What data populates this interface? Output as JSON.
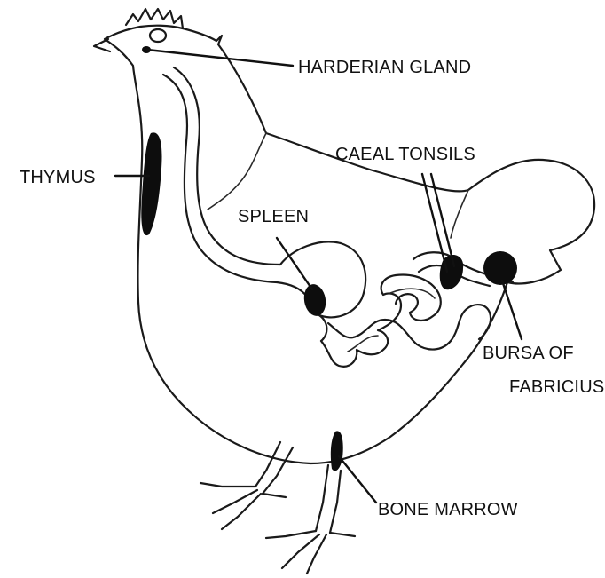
{
  "labels": {
    "harderian_gland": "HARDERIAN GLAND",
    "thymus": "THYMUS",
    "caeal_tonsils": "CAEAL TONSILS",
    "spleen": "SPLEEN",
    "bursa_line1": "BURSA OF",
    "bursa_line2": "FABRICIUS",
    "bone_marrow": "BONE  MARROW"
  },
  "colors": {
    "outline": "#1a1a1a",
    "organ_fill": "#0d0d0d",
    "background": "#ffffff"
  }
}
